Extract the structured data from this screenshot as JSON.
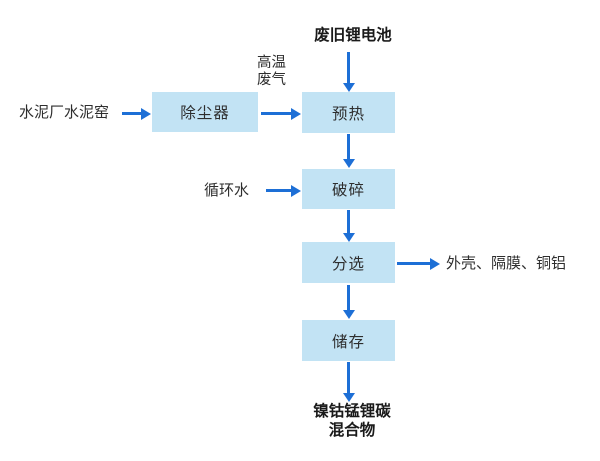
{
  "flowchart": {
    "battery_input": "废旧锂电池",
    "cement_kiln": "水泥厂水泥窑",
    "hot_gas_line1": "高温",
    "hot_gas_line2": "废气",
    "circulating_water": "循环水",
    "boxes": {
      "dust_remover": "除尘器",
      "preheat": "预热",
      "crush": "破碎",
      "sort": "分选",
      "store": "储存"
    },
    "byproducts_output": "外壳、隔膜、铜铝",
    "mixture_output_line1": "镍钴锰锂碳",
    "mixture_output_line2": "混合物",
    "colors": {
      "box_fill": "#c2e3f4",
      "arrow": "#1d6fd6",
      "text": "#2e2e2e"
    }
  }
}
